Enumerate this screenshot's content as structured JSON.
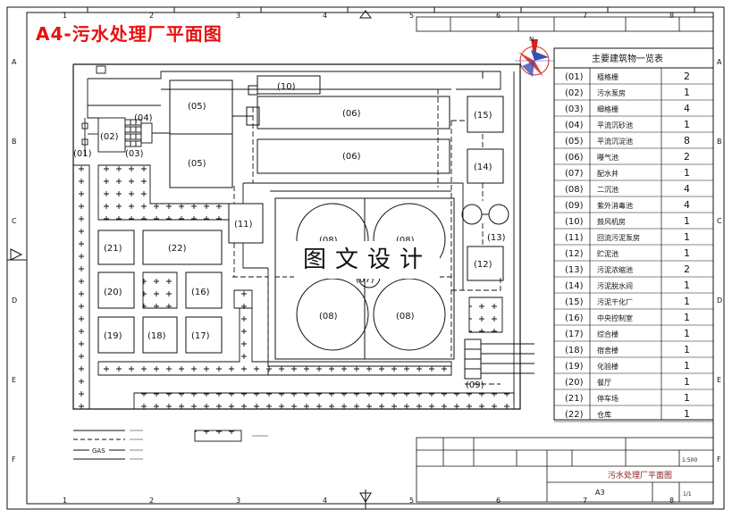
{
  "title": "A4-污水处理厂平面图",
  "watermark": "图文设计",
  "compass_label": "N",
  "border": {
    "columns": [
      "1",
      "2",
      "3",
      "4",
      "5",
      "6",
      "7",
      "8"
    ],
    "rows": [
      "A",
      "B",
      "C",
      "D",
      "E",
      "F"
    ]
  },
  "plan": {
    "units": {
      "u01": "(01)",
      "u02": "(02)",
      "u03": "(03)",
      "u04": "(04)",
      "u05a": "(05)",
      "u05b": "(05)",
      "u06a": "(06)",
      "u06b": "(06)",
      "u07": "(07)",
      "u08a": "(08)",
      "u08b": "(08)",
      "u08c": "(08)",
      "u08d": "(08)",
      "u09": "(09)",
      "u10": "(10)",
      "u11": "(11)",
      "u12": "(12)",
      "u13": "(13)",
      "u14": "(14)",
      "u15": "(15)",
      "u16": "(16)",
      "u17": "(17)",
      "u18": "(18)",
      "u19": "(19)",
      "u20": "(20)",
      "u21": "(21)",
      "u22": "(22)"
    }
  },
  "legend": {
    "items": [
      "——",
      "— — —",
      "GAS",
      "———"
    ]
  },
  "schedule": {
    "title": "主要建筑物一览表",
    "rows": [
      {
        "no": "(01)",
        "name": "粗格栅",
        "qty": "2"
      },
      {
        "no": "(02)",
        "name": "污水泵房",
        "qty": "1"
      },
      {
        "no": "(03)",
        "name": "细格栅",
        "qty": "4"
      },
      {
        "no": "(04)",
        "name": "平流沉砂池",
        "qty": "1"
      },
      {
        "no": "(05)",
        "name": "平流沉淀池",
        "qty": "8"
      },
      {
        "no": "(06)",
        "name": "曝气池",
        "qty": "2"
      },
      {
        "no": "(07)",
        "name": "配水井",
        "qty": "1"
      },
      {
        "no": "(08)",
        "name": "二沉池",
        "qty": "4"
      },
      {
        "no": "(09)",
        "name": "紫外消毒池",
        "qty": "4"
      },
      {
        "no": "(10)",
        "name": "鼓风机房",
        "qty": "1"
      },
      {
        "no": "(11)",
        "name": "回流污泥泵房",
        "qty": "1"
      },
      {
        "no": "(12)",
        "name": "贮泥池",
        "qty": "1"
      },
      {
        "no": "(13)",
        "name": "污泥浓缩池",
        "qty": "2"
      },
      {
        "no": "(14)",
        "name": "污泥脱水间",
        "qty": "1"
      },
      {
        "no": "(15)",
        "name": "污泥干化厂",
        "qty": "1"
      },
      {
        "no": "(16)",
        "name": "中央控制室",
        "qty": "1"
      },
      {
        "no": "(17)",
        "name": "综合楼",
        "qty": "1"
      },
      {
        "no": "(18)",
        "name": "宿舍楼",
        "qty": "1"
      },
      {
        "no": "(19)",
        "name": "化验楼",
        "qty": "1"
      },
      {
        "no": "(20)",
        "name": "餐厅",
        "qty": "1"
      },
      {
        "no": "(21)",
        "name": "停车场",
        "qty": "1"
      },
      {
        "no": "(22)",
        "name": "仓库",
        "qty": "1"
      }
    ]
  },
  "title_block": {
    "drawing_name": "污水处理厂平面图",
    "sheet_size": "A3",
    "scale": "1:500",
    "sheet": "1/1"
  },
  "colors": {
    "line": "#111111",
    "title": "#e6120e",
    "compass_red": "#d8201a",
    "compass_blue": "#3a4fb0"
  }
}
